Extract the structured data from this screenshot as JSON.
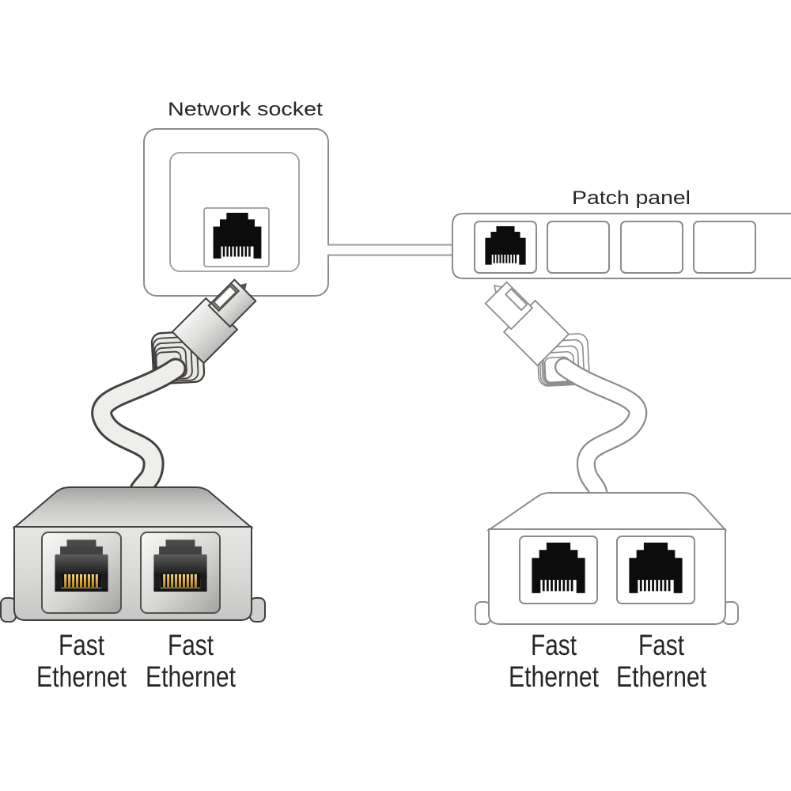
{
  "labels": {
    "network_socket": "Network socket",
    "patch_panel": "Patch panel"
  },
  "network_socket": {
    "ports": 1,
    "occupied_port": 1
  },
  "patch_panel": {
    "visible_ports": 4,
    "occupied_port": 1
  },
  "adapters": {
    "left": {
      "style": "photo-shaded-splitter",
      "ports": [
        {
          "line1": "Fast",
          "line2": "Ethernet"
        },
        {
          "line1": "Fast",
          "line2": "Ethernet"
        }
      ]
    },
    "right": {
      "style": "line-art-splitter",
      "ports": [
        {
          "line1": "Fast",
          "line2": "Ethernet"
        },
        {
          "line1": "Fast",
          "line2": "Ethernet"
        }
      ]
    }
  },
  "colors": {
    "background": "#ffffff",
    "outline_gray": "#8c8c8a",
    "outline_dark": "#3f3f3f",
    "jack_black": "#0c0c0c",
    "plastic_light": "#e9e9e7",
    "plastic_mid": "#cfcfcd",
    "plastic_dark": "#a6a6a4",
    "pin_gold": "#d9a83c",
    "text": "#262626"
  }
}
